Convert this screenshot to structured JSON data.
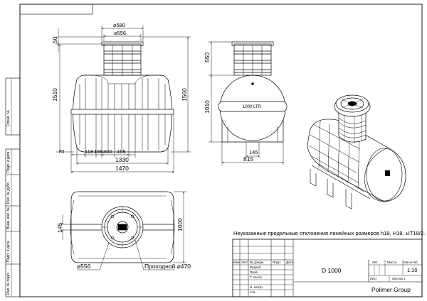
{
  "side_labels": [
    "Справ. №",
    "Подп. и дата",
    "Инв. № дубл.",
    "Взам. инв. №",
    "Подп. и дата",
    "Инв. № подл."
  ],
  "front_view": {
    "dia_outer": "⌀580",
    "dia_inner": "⌀556",
    "h_neck": "50",
    "h_total": "1510",
    "h_right": "1560",
    "w_70": "70",
    "w_118": "118",
    "w_165a": "165",
    "w_300": "300",
    "w_165b": "165",
    "w_1330": "1330",
    "w_1470": "1470"
  },
  "side_view": {
    "h_550": "550",
    "h_1010": "1010",
    "volume_label": "1000 LTR",
    "w_145": "145",
    "w_815": "815"
  },
  "top_view": {
    "h_145": "145",
    "h_1000": "1000",
    "dia_556": "⌀556",
    "passage_label": "Проходной ⌀470"
  },
  "note": "Неуказанные предельные отклонения линейных размеров h18, H18, ±IT18/2.",
  "title_block": {
    "headers": [
      "Изм.",
      "Лист",
      "№ докум.",
      "Подп.",
      "Дата"
    ],
    "roles": [
      "Разраб.",
      "Пров.",
      "Т. контр.",
      "Н. контр.",
      "Утв."
    ],
    "designation": "D 1000",
    "col_lit": "Лит.",
    "col_mass": "Масса",
    "col_scale": "Масштаб",
    "scale": "1:10",
    "sheet": "Лист",
    "sheets": "Листов 1",
    "company": "Polimer Group"
  }
}
